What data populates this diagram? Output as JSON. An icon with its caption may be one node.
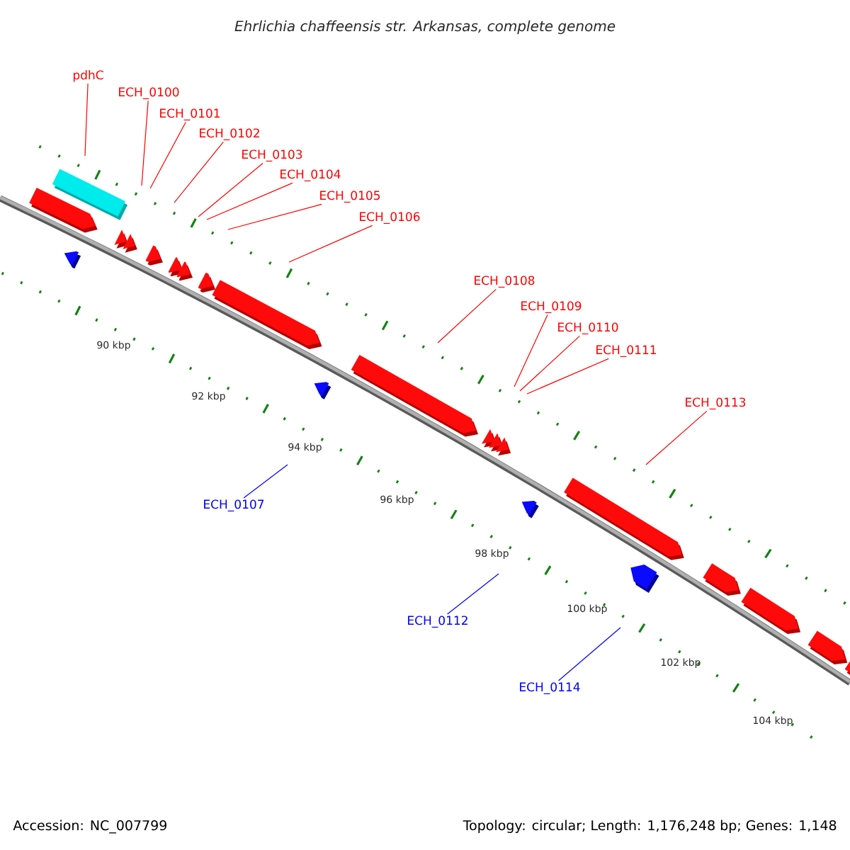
{
  "diagram": {
    "title": "Ehrlichia chaffeensis str. Arkansas, complete genome",
    "nodes": [
      {
        "text": [
          "pdhC"
        ]
      },
      {
        "text": [
          "ECH_0100"
        ]
      },
      {
        "text": [
          "ECH_0101"
        ]
      },
      {
        "text": [
          "ECH_0102"
        ]
      },
      {
        "text": [
          "ECH_0103"
        ]
      },
      {
        "text": [
          "ECH_0104"
        ]
      },
      {
        "text": [
          "ECH_0105"
        ]
      },
      {
        "text": [
          "ECH_0106"
        ]
      },
      {
        "text": [
          "ECH_0108"
        ]
      },
      {
        "text": [
          "ECH_0109"
        ]
      },
      {
        "text": [
          "ECH_0110"
        ]
      },
      {
        "text": [
          "ECH_0111"
        ]
      },
      {
        "text": [
          "ECH_0113"
        ]
      },
      {
        "text": [
          "ECH_0107"
        ]
      },
      {
        "text": [
          "ECH_0112"
        ]
      },
      {
        "text": [
          "ECH_0114"
        ]
      }
    ],
    "edges": [
      {
        "from": 0,
        "to": null,
        "arrow": "none"
      },
      {
        "from": 1,
        "to": null,
        "arrow": "none"
      },
      {
        "from": 2,
        "to": null,
        "arrow": "none"
      },
      {
        "from": 3,
        "to": null,
        "arrow": "none"
      },
      {
        "from": 4,
        "to": null,
        "arrow": "none"
      },
      {
        "from": 5,
        "to": null,
        "arrow": "none"
      },
      {
        "from": 6,
        "to": null,
        "arrow": "none"
      },
      {
        "from": 7,
        "to": null,
        "arrow": "none"
      },
      {
        "from": 8,
        "to": null,
        "arrow": "none"
      },
      {
        "from": 9,
        "to": null,
        "arrow": "none"
      },
      {
        "from": 10,
        "to": null,
        "arrow": "none"
      },
      {
        "from": 11,
        "to": null,
        "arrow": "none"
      },
      {
        "from": 12,
        "to": null,
        "arrow": "none"
      },
      {
        "from": 13,
        "to": null,
        "arrow": "none",
        "color": "#0000ff"
      },
      {
        "from": 14,
        "to": null,
        "arrow": "none",
        "color": "#0000ff"
      },
      {
        "from": 15,
        "to": null,
        "arrow": "none",
        "color": "#0000ff"
      }
    ],
    "labels": [
      "90 kbp",
      "92 kbp",
      "94 kbp",
      "96 kbp",
      "98 kbp",
      "100 kbp",
      "102 kbp",
      "104 kbp",
      "Accession: NC_007799",
      "Topology: circular; Length: 1,176,248 bp; Genes: 1,148"
    ]
  }
}
